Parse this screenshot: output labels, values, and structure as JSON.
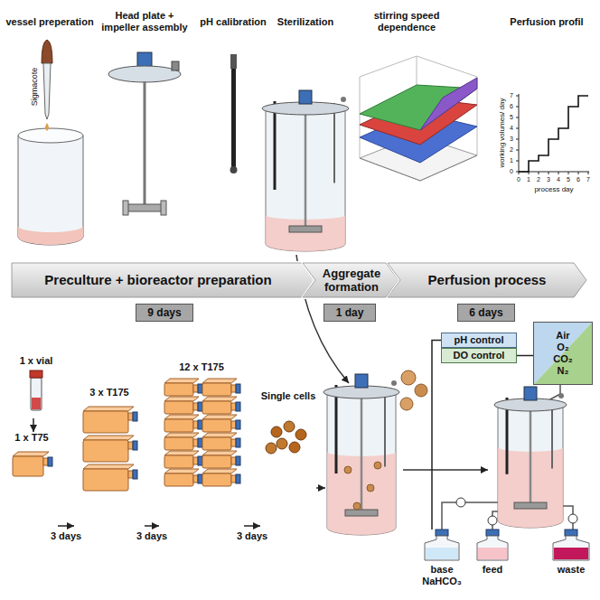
{
  "diagram": {
    "nodes": [
      {
        "text": [
          "Preculture + bioreactor preparation"
        ]
      },
      {
        "text": [
          "Aggregate formation"
        ]
      },
      {
        "text": [
          "Perfusion process"
        ]
      },
      {
        "text": [
          "9 days"
        ]
      },
      {
        "text": [
          "1 day"
        ]
      },
      {
        "text": [
          "6 days"
        ]
      },
      {
        "text": [
          "1 x vial"
        ]
      },
      {
        "text": [
          "1 x T75"
        ]
      },
      {
        "text": [
          "3 x T175"
        ]
      },
      {
        "text": [
          "12 x T175"
        ]
      },
      {
        "text": [
          "Single cells"
        ]
      },
      {
        "text": [
          "pH control"
        ]
      },
      {
        "text": [
          "DO control"
        ]
      },
      {
        "text": [
          "Air",
          "O₂",
          "CO₂",
          "N₂"
        ]
      },
      {
        "text": [
          "base",
          "NaHCO₃"
        ]
      },
      {
        "text": [
          "feed"
        ]
      },
      {
        "text": [
          "waste"
        ]
      }
    ],
    "edges": [
      {
        "from": 6,
        "to": 7,
        "arrow": "to"
      },
      {
        "from": 7,
        "to": 8,
        "label": "3 days",
        "arrow": "to"
      },
      {
        "from": 8,
        "to": 9,
        "label": "3 days",
        "arrow": "to"
      },
      {
        "from": 9,
        "to": 10,
        "label": "3 days",
        "arrow": "to"
      },
      {
        "from": 12,
        "to": 13,
        "arrow": "none"
      },
      {
        "from": 11,
        "to": 14,
        "arrow": "none"
      }
    ],
    "labels": [
      "vessel preperation",
      "Sigmacote",
      "Head plate + impeller assembly",
      "pH calibration",
      "Sterilization",
      "stirring speed dependence",
      "Perfusion profil",
      "working volumes/ day",
      "process day",
      "0",
      "1",
      "2",
      "3",
      "4",
      "5",
      "6",
      "7",
      "0",
      "1",
      "2",
      "3",
      "4",
      "5",
      "6",
      "7"
    ]
  }
}
